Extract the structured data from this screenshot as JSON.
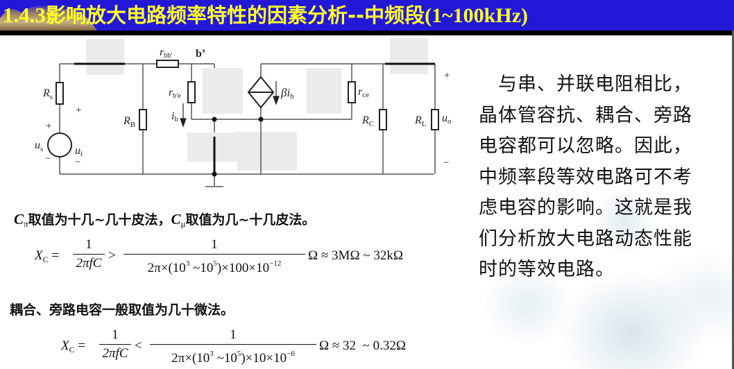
{
  "header": {
    "section_number": "1.4.3",
    "title_zh": "影响放大电路频率特性的因素分析--中频段",
    "title_suffix": "(1~100kHz)",
    "bg_color": "#2318d8",
    "text_color": "#ffff2a"
  },
  "circuit": {
    "labels": {
      "Rs": "R",
      "Rs_sub": "s",
      "us": "u",
      "us_sub": "s",
      "ui": "u",
      "ui_sub": "i",
      "RB": "R",
      "RB_sub": "B",
      "rbb": "r",
      "rbb_sub": "bb′",
      "b_prime": "b’",
      "rbe": "r",
      "rbe_sub": "b′e",
      "ib": "i",
      "ib_sub": "b",
      "beta_ib": "βi",
      "beta_ib_sub": "b",
      "rce": "r",
      "rce_sub": "ce",
      "RC": "R",
      "RC_sub": "C",
      "RL": "R",
      "RL_sub": "L",
      "uo": "u",
      "uo_sub": "o",
      "plus": "+",
      "minus": "−"
    }
  },
  "side_text": {
    "lines": [
      "　与串、并联电阻相比，",
      "晶体管容抗、耦合、旁路",
      "电容都可以忽略。因此，",
      "中频率段等效电路可不考",
      "虑电容的影响。这就是我",
      "们分析放大电路动态性能",
      "时的等效电路。"
    ]
  },
  "section1": {
    "c_pi": "C",
    "c_pi_sub": "π",
    "text_a": "取值为十几~几十皮法，",
    "c_mu": "C",
    "c_mu_sub": "μ",
    "text_b": "取值为几~十几皮法。",
    "formula": {
      "lhs": "X",
      "lhs_sub": "C",
      "eq": "=",
      "frac1_num": "1",
      "frac1_den": "2πfC",
      "op": ">",
      "frac2_num": "1",
      "frac2_den_a": "2π×(10",
      "exp_a": "3",
      "frac2_den_b": " ~10",
      "exp_b": "5",
      "frac2_den_c": ")×100×10",
      "exp_c": "−12",
      "result": "Ω ≈ 3MΩ ~ 32kΩ"
    }
  },
  "section2": {
    "text": "耦合、旁路电容一般取值为几十微法。",
    "formula": {
      "lhs": "X",
      "lhs_sub": "C",
      "eq": "=",
      "frac1_num": "1",
      "frac1_den": "2πfC",
      "op": "<",
      "frac2_num": "1",
      "frac2_den_a": "2π×(10",
      "exp_a": "3",
      "frac2_den_b": " ~10",
      "exp_b": "5",
      "frac2_den_c": ")×10×10",
      "exp_c": "−6",
      "result": "Ω ≈ 32  ~ 0.32Ω"
    }
  }
}
